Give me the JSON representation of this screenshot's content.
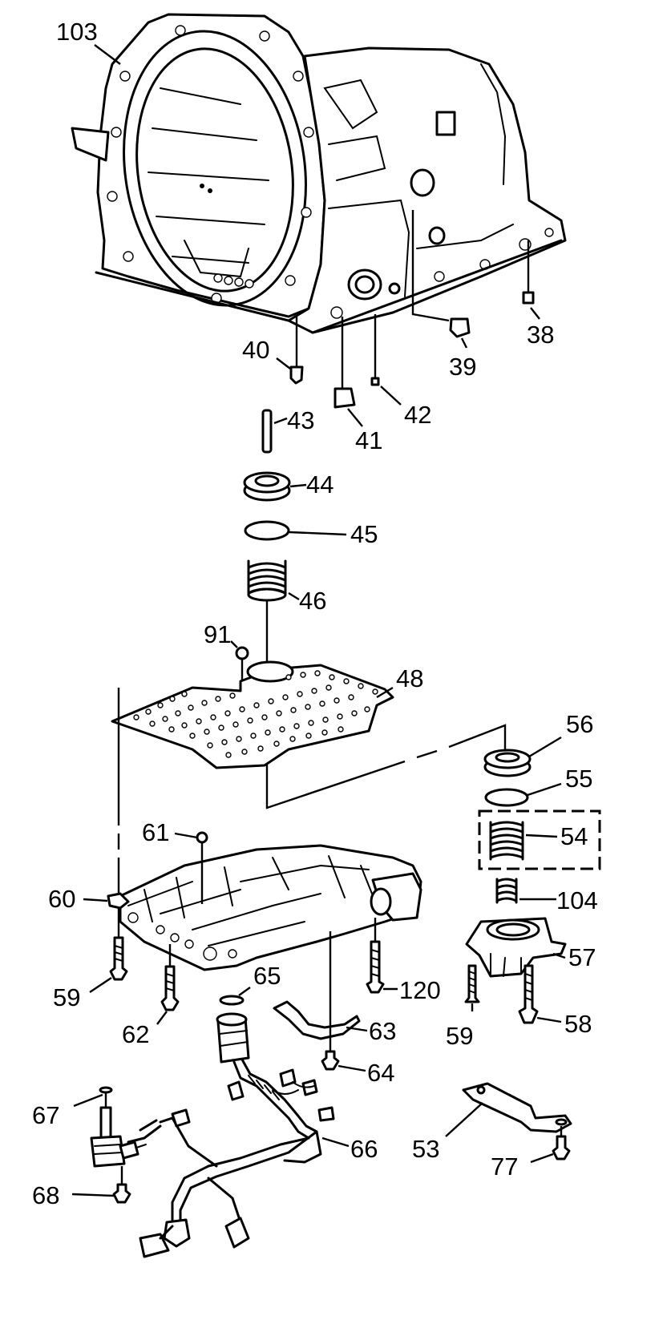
{
  "callouts": {
    "c103": "103",
    "c38": "38",
    "c39": "39",
    "c40": "40",
    "c41": "41",
    "c42": "42",
    "c43": "43",
    "c44": "44",
    "c45": "45",
    "c46": "46",
    "c91": "91",
    "c48": "48",
    "c56": "56",
    "c55": "55",
    "c54": "54",
    "c104": "104",
    "c57": "57",
    "c58": "58",
    "c59a": "59",
    "c59b": "59",
    "c60": "60",
    "c61": "61",
    "c62": "62",
    "c63": "63",
    "c64": "64",
    "c65": "65",
    "c120": "120",
    "c66": "66",
    "c67": "67",
    "c68": "68",
    "c53": "53",
    "c77": "77"
  }
}
